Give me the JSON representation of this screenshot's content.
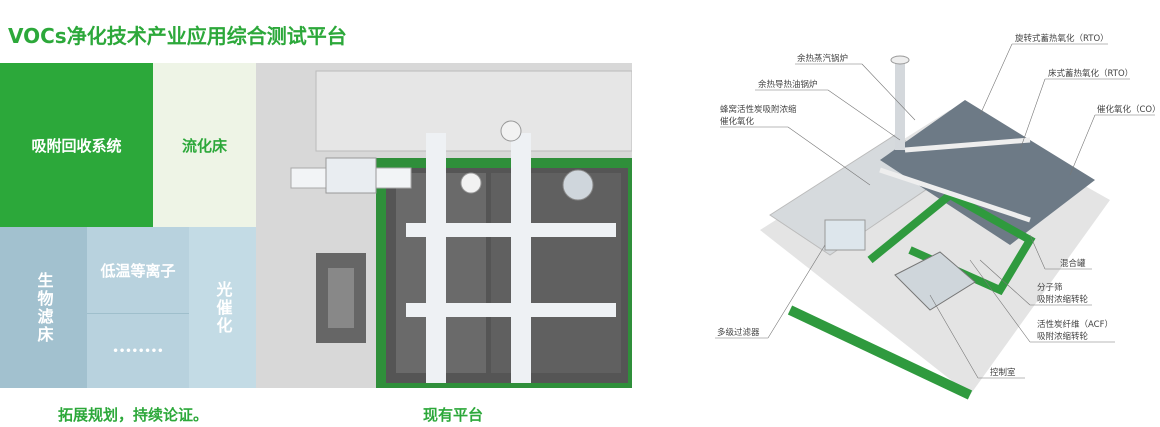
{
  "title": "VOCs净化技术产业应用综合测试平台",
  "tiles": {
    "adsorption": "吸附回收系统",
    "fluidized_bed": "流化床",
    "biofilter": "生物滤床",
    "plasma": "低温等离子",
    "more": "••••••••",
    "photocatalysis": "光催化"
  },
  "captions": {
    "left": "拓展规划，持续论证。",
    "middle": "现有平台"
  },
  "diagram_labels": {
    "rotary_rto": "旋转式蓄热氧化（RTO）",
    "steam_boiler": "余热蒸汽锅炉",
    "bed_rto": "床式蓄热氧化（RTO）",
    "oil_boiler": "余热导热油锅炉",
    "honeycomb_1": "蜂窝活性炭吸附浓缩",
    "honeycomb_2": "催化氧化",
    "co": "催化氧化（CO）",
    "mixing_tank": "混合罐",
    "sieve_1": "分子筛",
    "sieve_2": "吸附浓缩转轮",
    "filter": "多级过滤器",
    "acf_1": "活性炭纤维（ACF）",
    "acf_2": "吸附浓缩转轮",
    "control_room": "控制室"
  },
  "colors": {
    "brand_green": "#2ca83a",
    "light_green": "#eef4e6",
    "blue1": "#a2c1cf",
    "blue2": "#b8d2de",
    "blue3": "#c3dbe5"
  }
}
